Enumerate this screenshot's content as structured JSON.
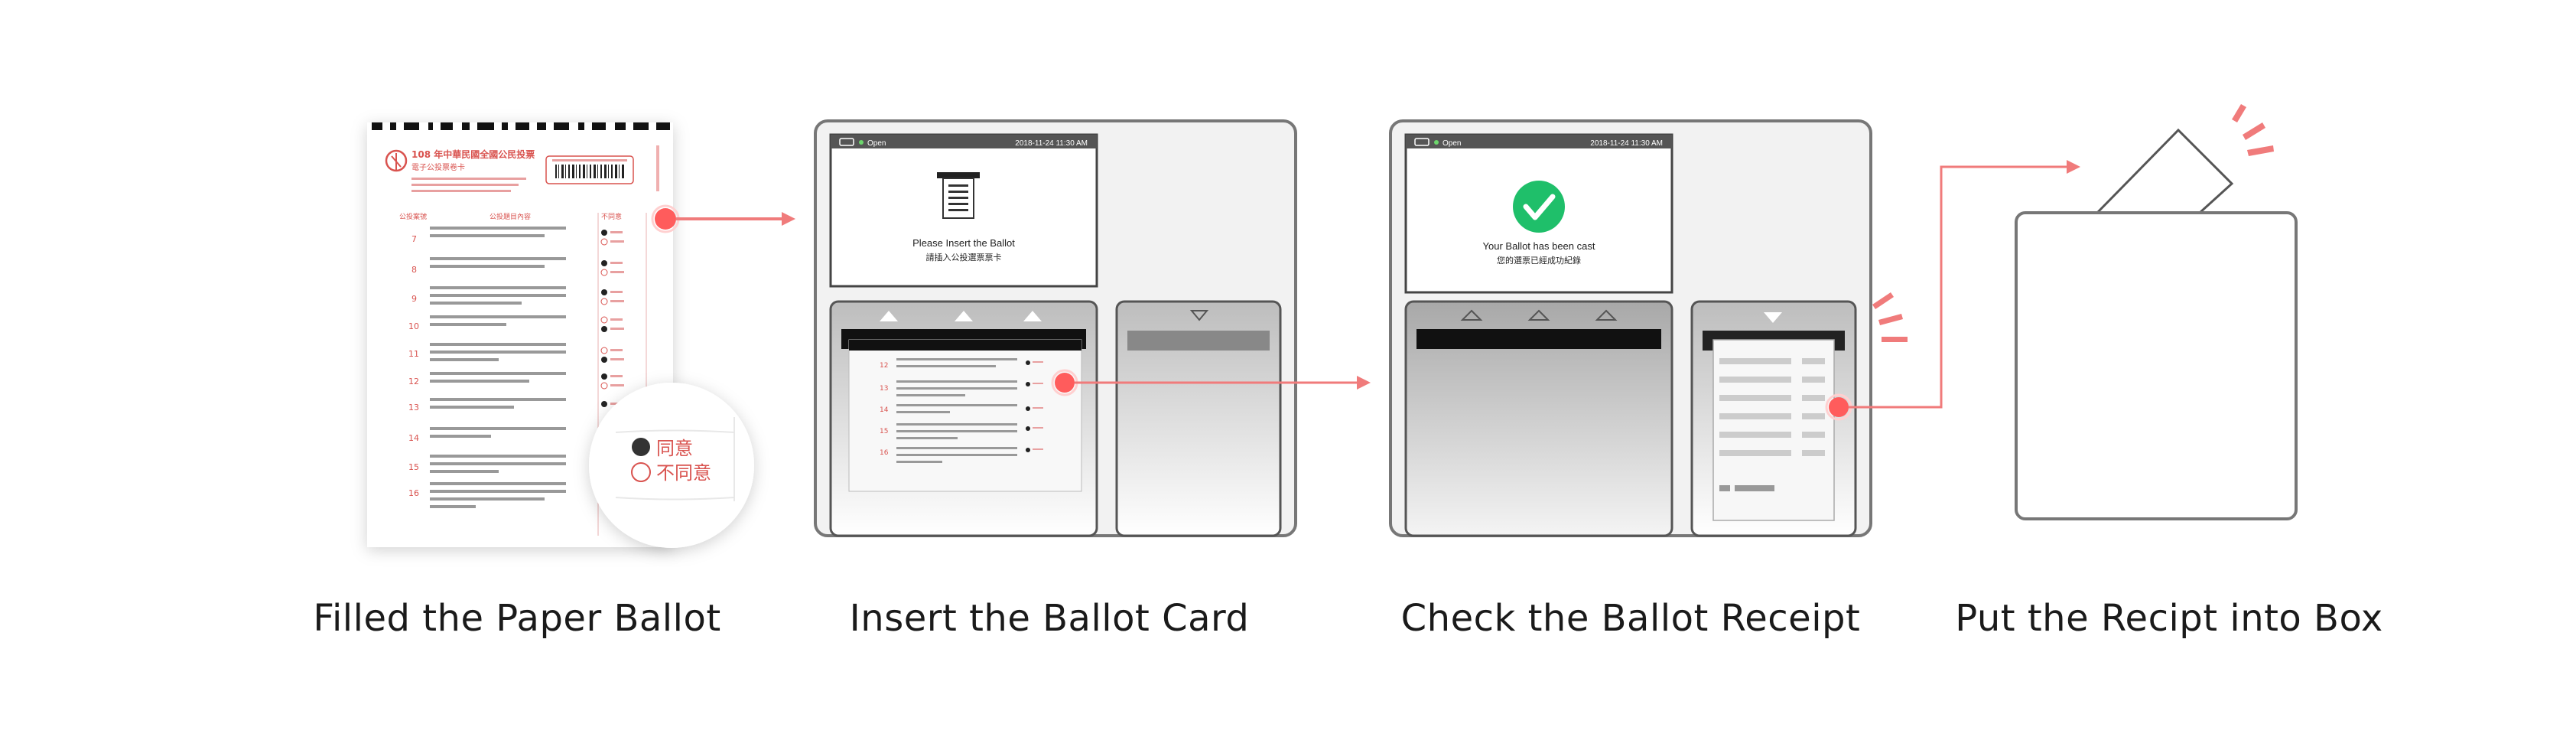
{
  "steps": [
    {
      "caption": "Filled the Paper Ballot"
    },
    {
      "caption": "Insert the Ballot Card"
    },
    {
      "caption": "Check the Ballot Receipt"
    },
    {
      "caption": "Put the Recipt into Box"
    }
  ],
  "ballot": {
    "title": "108 年中華民國全國公民投票",
    "subtitle": "電子公投票卷卡",
    "left_header": "公投案號",
    "center_header": "公投題目內容",
    "right_header": "不同意",
    "numbers": [
      "7",
      "8",
      "9",
      "10",
      "11",
      "12",
      "13",
      "14",
      "15",
      "16"
    ],
    "zoom_agree": "同意",
    "zoom_disagree": "不同意"
  },
  "machine1": {
    "status": "Open",
    "datetime": "2018-11-24 11:30 AM",
    "message_en": "Please Insert the Ballot",
    "message_zh": "請插入公投選票票卡"
  },
  "machine2": {
    "status": "Open",
    "datetime": "2018-11-24 11:30 AM",
    "message_en": "Your Ballot has been cast",
    "message_zh": "您的選票已經成功紀錄"
  },
  "colors": {
    "accent": "#f07b7b",
    "accent_dark": "#e85555",
    "outline": "#777777"
  }
}
